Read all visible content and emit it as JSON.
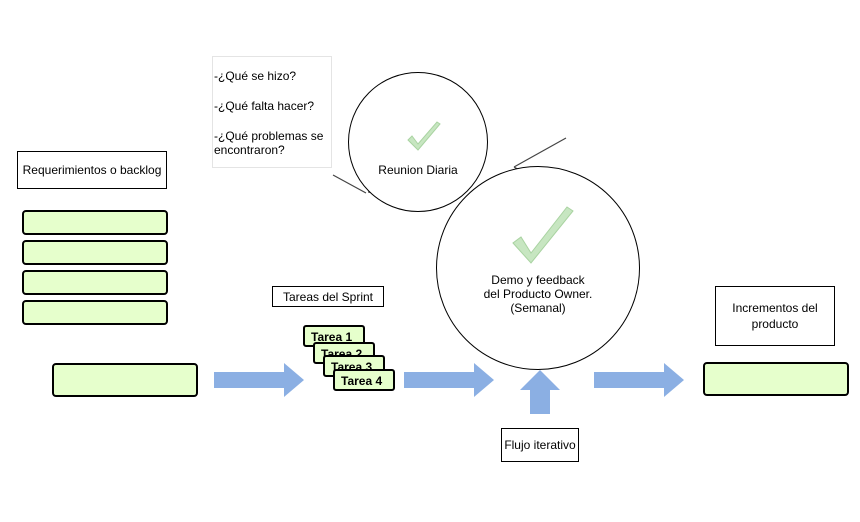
{
  "backlog": {
    "label": "Requerimientos o backlog"
  },
  "sprint": {
    "label": "Tareas del Sprint",
    "tasks": [
      "Tarea 1",
      "Tarea 2",
      "Tarea 3",
      "Tarea 4"
    ]
  },
  "daily": {
    "questions": [
      "-¿Qué se hizo?",
      "-¿Qué falta hacer?",
      "-¿Qué problemas se encontraron?"
    ],
    "label": "Reunion Diaria"
  },
  "demo": {
    "line1": "Demo y feedback",
    "line2": "del Producto Owner.",
    "line3": "(Semanal)"
  },
  "iterative": {
    "label": "Flujo iterativo"
  },
  "increments": {
    "label": "Incrementos del producto"
  },
  "colors": {
    "green_fill": "#e6ffcc",
    "arrow_blue": "#7ea6e0",
    "check_green": "#c7e6c1"
  },
  "icons": [
    "check-icon",
    "check-icon-large",
    "arrow-right-icon",
    "arrow-up-icon"
  ]
}
